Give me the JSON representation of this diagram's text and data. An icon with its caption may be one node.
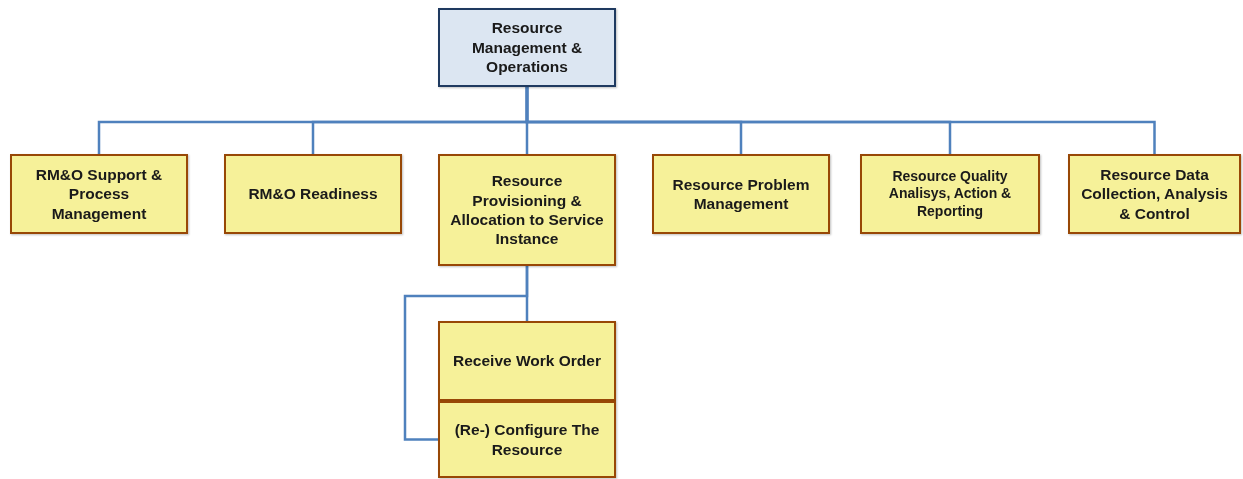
{
  "diagram": {
    "nodes": [
      {
        "text": [
          "Resource Management & Operations"
        ]
      },
      {
        "text": [
          "RM&O Support & Process Management"
        ]
      },
      {
        "text": [
          "RM&O Readiness"
        ]
      },
      {
        "text": [
          "Resource Provisioning & Allocation to Service Instance"
        ]
      },
      {
        "text": [
          "Resource Problem Management"
        ]
      },
      {
        "text": [
          "Resource Quality Analisys, Action & Reporting"
        ]
      },
      {
        "text": [
          "Resource Data Collection, Analysis & Control"
        ]
      },
      {
        "text": [
          "Receive Work Order"
        ]
      },
      {
        "text": [
          "(Re-) Configure The Resource"
        ]
      }
    ],
    "edges": [
      {
        "from": 0,
        "to": 1,
        "arrow": "none"
      },
      {
        "from": 0,
        "to": 2,
        "arrow": "none"
      },
      {
        "from": 0,
        "to": 3,
        "arrow": "none"
      },
      {
        "from": 0,
        "to": 4,
        "arrow": "none"
      },
      {
        "from": 0,
        "to": 5,
        "arrow": "none"
      },
      {
        "from": 0,
        "to": 6,
        "arrow": "none"
      },
      {
        "from": 3,
        "to": 7,
        "arrow": "none"
      },
      {
        "from": 3,
        "to": 8,
        "arrow": "none"
      }
    ]
  }
}
